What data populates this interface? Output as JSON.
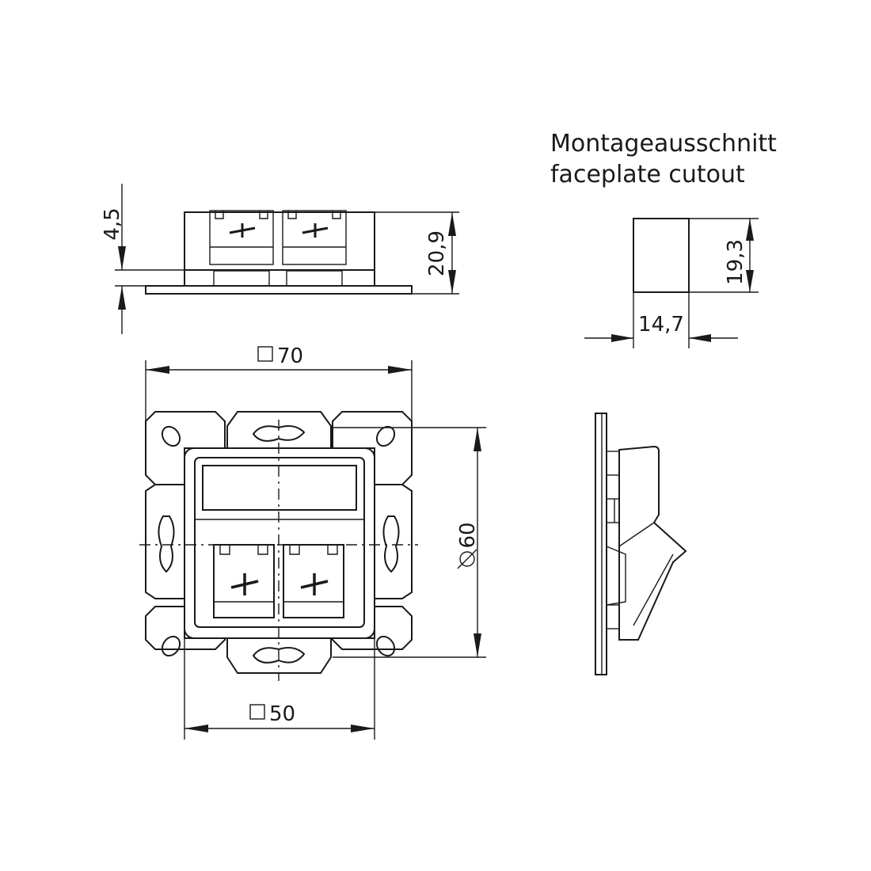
{
  "title": {
    "line1": "Montageausschnitt",
    "line2": "faceplate cutout"
  },
  "dimensions": {
    "side_thickness": "4,5",
    "side_height": "20,9",
    "cutout_height": "19,3",
    "cutout_width": "14,7",
    "outer_square": "70",
    "inner_square": "50",
    "diameter": "60"
  },
  "symbols": {
    "square": "square-symbol",
    "diameter": "diameter-symbol"
  }
}
